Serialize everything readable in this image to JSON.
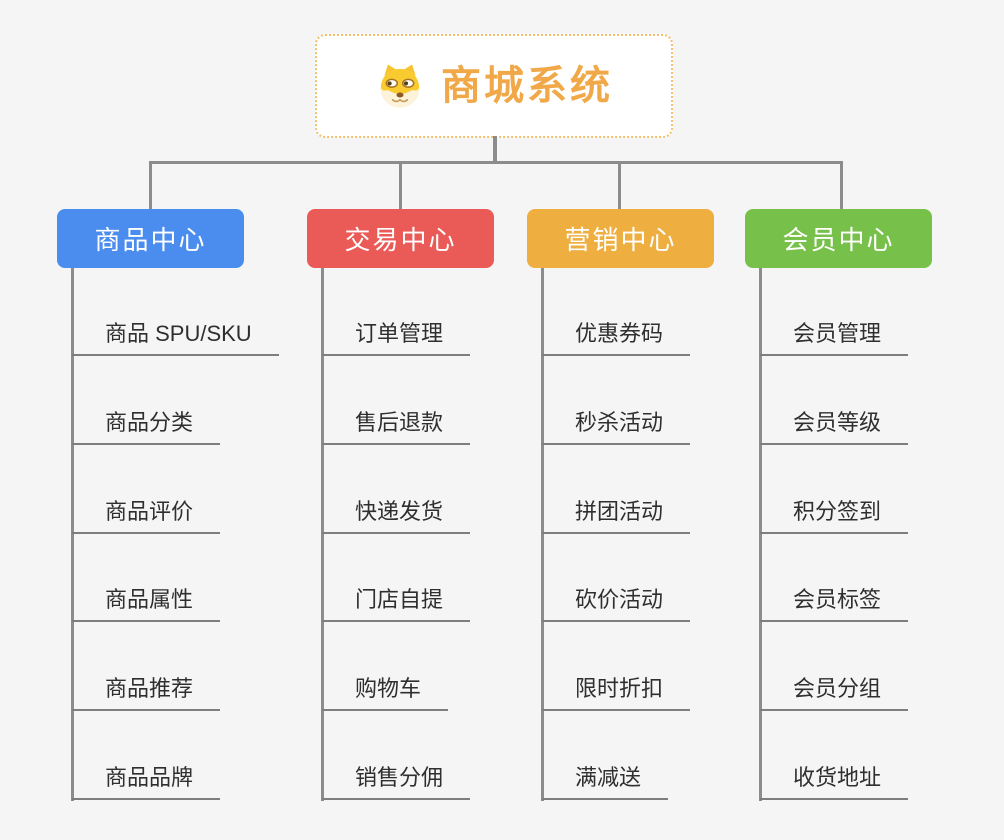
{
  "root": {
    "title": "商城系统",
    "icon": "dog-face-icon"
  },
  "colors": {
    "background": "#f5f5f6",
    "connector": "#8c8c8c",
    "root_border": "#f3c06e",
    "root_title": "#f0a848",
    "item_text": "#2f2f2f",
    "item_underline": "#7e7e7e"
  },
  "branches": [
    {
      "label": "商品中心",
      "color": "#4a8dee",
      "items": [
        "商品 SPU/SKU",
        "商品分类",
        "商品评价",
        "商品属性",
        "商品推荐",
        "商品品牌"
      ]
    },
    {
      "label": "交易中心",
      "color": "#ea5b57",
      "items": [
        "订单管理",
        "售后退款",
        "快递发货",
        "门店自提",
        "购物车",
        "销售分佣"
      ]
    },
    {
      "label": "营销中心",
      "color": "#eeae40",
      "items": [
        "优惠券码",
        "秒杀活动",
        "拼团活动",
        "砍价活动",
        "限时折扣",
        "满减送"
      ]
    },
    {
      "label": "会员中心",
      "color": "#77c14b",
      "items": [
        "会员管理",
        "会员等级",
        "积分签到",
        "会员标签",
        "会员分组",
        "收货地址"
      ]
    }
  ]
}
